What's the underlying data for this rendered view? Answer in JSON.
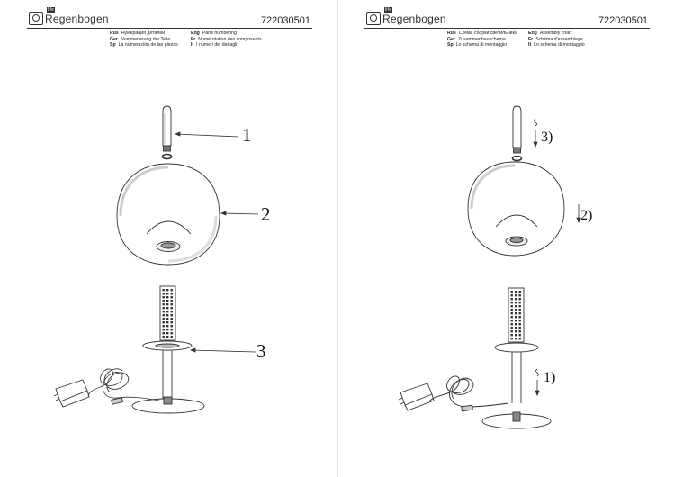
{
  "brand": {
    "name": "Regenbogen",
    "badge": "life"
  },
  "document_code": "722030501",
  "left_page": {
    "headers": [
      [
        {
          "lang": "Rus",
          "text": "Нумерация деталей"
        },
        {
          "lang": "Eng",
          "text": "Parts numbering"
        }
      ],
      [
        {
          "lang": "Ger",
          "text": "Nummerierung der Teile"
        },
        {
          "lang": "Fr",
          "text": "Numérotation des composants"
        }
      ],
      [
        {
          "lang": "Sp",
          "text": "La numeración de las piezas"
        },
        {
          "lang": "It",
          "text": "I numeri dei dettagli"
        }
      ]
    ],
    "callouts": [
      "1",
      "2",
      "3"
    ]
  },
  "right_page": {
    "headers": [
      [
        {
          "lang": "Rus",
          "text": "Схема сборки светильника"
        },
        {
          "lang": "Eng",
          "text": "Assembly chart"
        }
      ],
      [
        {
          "lang": "Ger",
          "text": "Zusammenbauschema"
        },
        {
          "lang": "Fr",
          "text": "Schéma d'assemblage"
        }
      ],
      [
        {
          "lang": "Sp",
          "text": "Lo schema di montaggio"
        },
        {
          "lang": "It",
          "text": "Lo schema di montaggio"
        }
      ]
    ],
    "steps": [
      "3)",
      "2)",
      "1)"
    ]
  },
  "colors": {
    "line": "#333333",
    "shade": "#9a9a9a",
    "background": "#ffffff"
  }
}
